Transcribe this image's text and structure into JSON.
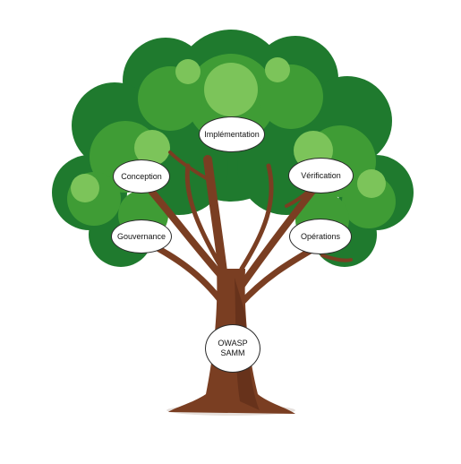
{
  "diagram": {
    "root": {
      "label": "OWASP\nSAMM"
    },
    "branches": [
      {
        "label": "Implémentation"
      },
      {
        "label": "Conception"
      },
      {
        "label": "Vérification"
      },
      {
        "label": "Gouvernance"
      },
      {
        "label": "Opérations"
      }
    ]
  },
  "colors": {
    "foliage_dark": "#1f7a2e",
    "foliage_mid": "#3f9c35",
    "foliage_light": "#7cc45a",
    "trunk": "#7a3e22",
    "trunk_dark": "#5a2b17",
    "node_border": "#2b2b2b",
    "background": "#ffffff"
  }
}
